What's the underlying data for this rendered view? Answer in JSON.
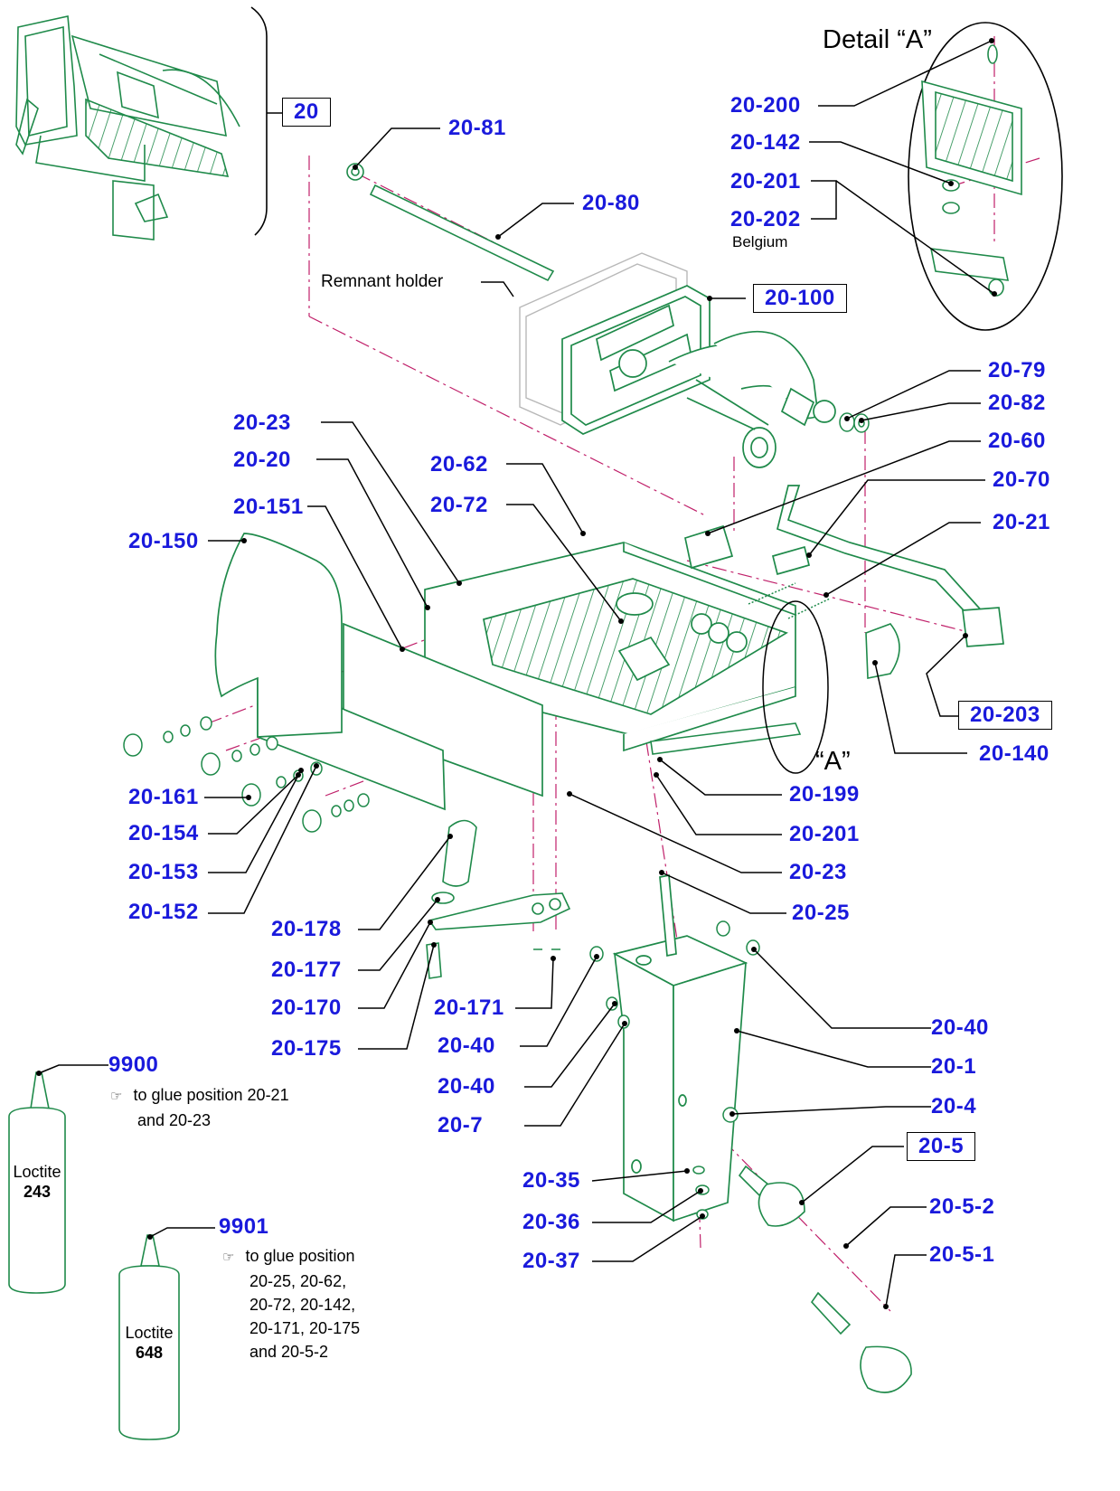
{
  "detail": {
    "title": "Detail “A”",
    "marker": "“A”"
  },
  "captions": {
    "remnant_holder": "Remnant holder",
    "belgium": "Belgium"
  },
  "boxed_labels": {
    "b20": "20",
    "b20_100": "20-100",
    "b20_203": "20-203",
    "b20_5": "20-5"
  },
  "labels": {
    "l20_81": "20-81",
    "l20_80": "20-80",
    "l20_200": "20-200",
    "l20_142": "20-142",
    "l20_201a": "20-201",
    "l20_202": "20-202",
    "l20_79": "20-79",
    "l20_82": "20-82",
    "l20_60": "20-60",
    "l20_70": "20-70",
    "l20_21": "20-21",
    "l20_23a": "20-23",
    "l20_20": "20-20",
    "l20_151": "20-151",
    "l20_150": "20-150",
    "l20_62": "20-62",
    "l20_72": "20-72",
    "l20_140": "20-140",
    "l20_199": "20-199",
    "l20_201b": "20-201",
    "l20_23b": "20-23",
    "l20_25": "20-25",
    "l20_161": "20-161",
    "l20_154": "20-154",
    "l20_153": "20-153",
    "l20_152": "20-152",
    "l20_178": "20-178",
    "l20_177": "20-177",
    "l20_170": "20-170",
    "l20_175": "20-175",
    "l20_171": "20-171",
    "l20_40a": "20-40",
    "l20_40b": "20-40",
    "l20_40c": "20-40",
    "l20_1": "20-1",
    "l20_7": "20-7",
    "l20_4": "20-4",
    "l20_35": "20-35",
    "l20_36": "20-36",
    "l20_37": "20-37",
    "l20_5_2": "20-5-2",
    "l20_5_1": "20-5-1"
  },
  "glue": [
    {
      "code": "9900",
      "instruction_line1": "to glue position 20-21",
      "instruction_line2": "and 20-23",
      "bottle_brand": "Loctite",
      "bottle_number": "243"
    },
    {
      "code": "9901",
      "instruction_line1": "to glue position",
      "instruction_line2": "20-25, 20-62,",
      "instruction_line3": "20-72, 20-142,",
      "instruction_line4": "20-171, 20-175",
      "instruction_line5": "and 20-5-2",
      "bottle_brand": "Loctite",
      "bottle_number": "648"
    }
  ],
  "hand_icon": "pointing-hand-icon",
  "colors": {
    "label": "#1a1adc",
    "part_line": "#1f8a4a",
    "axis": "#c0206a",
    "leader": "#000000"
  }
}
